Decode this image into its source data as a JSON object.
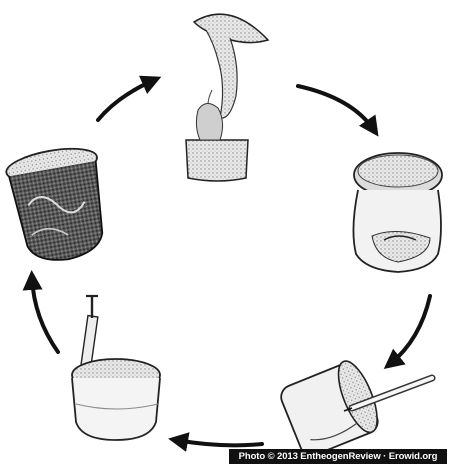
{
  "diagram": {
    "stages": [
      {
        "id": "mushroom",
        "icon": "mushroom-icon"
      },
      {
        "id": "spore-jar",
        "icon": "spore-jar-icon"
      },
      {
        "id": "inoculation",
        "icon": "tilted-jar-syringe-icon"
      },
      {
        "id": "substrate-tub",
        "icon": "tub-syringe-icon"
      },
      {
        "id": "colonized-jar",
        "icon": "colonized-jar-icon"
      }
    ],
    "cycle_direction": "clockwise"
  },
  "credit": {
    "text": "Photo © 2013 EntheogenReview · Erowid.org"
  }
}
